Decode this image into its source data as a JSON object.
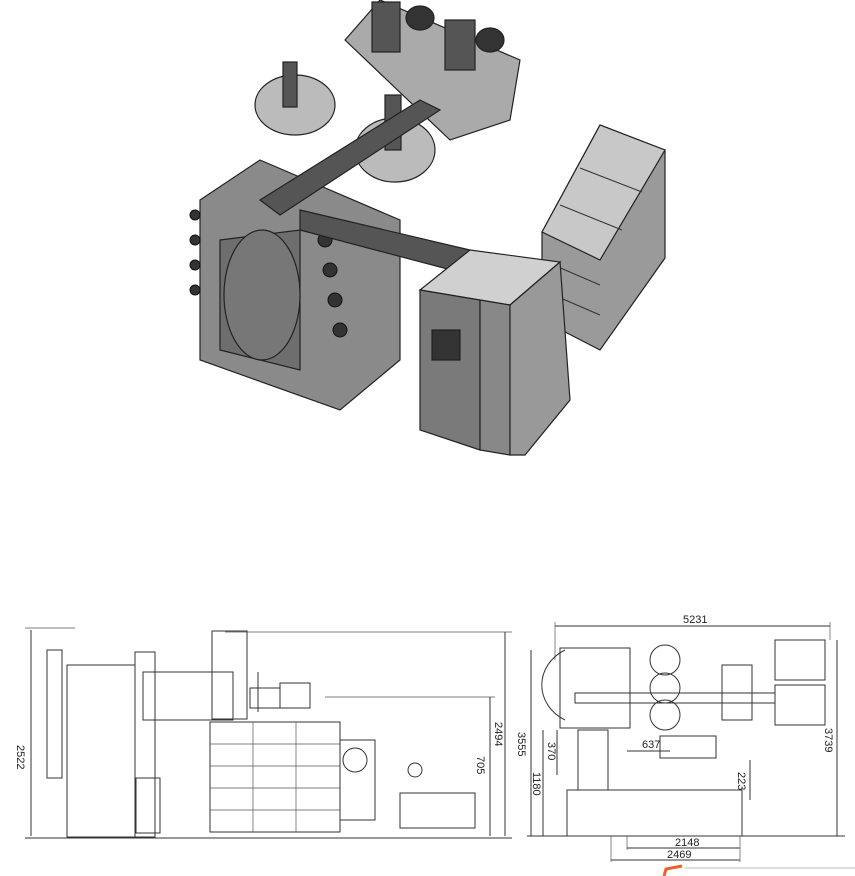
{
  "front_view": {
    "dimensions": {
      "overall_height": "2522",
      "height_right": "2494",
      "pump_height": "705"
    }
  },
  "top_view": {
    "dimensions": {
      "overall_width": "5231",
      "overall_depth": "3555",
      "right_depth": "3739",
      "d370": "370",
      "d1180": "1180",
      "d637": "637",
      "d223": "223",
      "d2148": "2148",
      "d2469": "2469"
    }
  },
  "colors": {
    "line": "#333333",
    "body": "#8a8a8a",
    "dark": "#4a4a4a",
    "accent_bottom": "#e8622c"
  }
}
